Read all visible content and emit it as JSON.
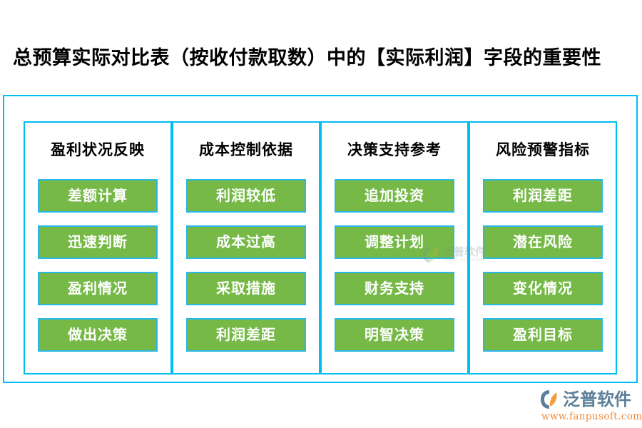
{
  "page": {
    "title": "总预算实际对比表（按收付款取数）中的【实际利润】字段的重要性",
    "background_color": "#ffffff",
    "frame_border_color": "#00bdf2",
    "item_fill_color": "#76b947",
    "item_border_color": "#29b8e8",
    "item_text_color": "#ffffff"
  },
  "columns": [
    {
      "header": "盈利状况反映",
      "items": [
        "差额计算",
        "迅速判断",
        "盈利情况",
        "做出决策"
      ]
    },
    {
      "header": "成本控制依据",
      "items": [
        "利润较低",
        "成本过高",
        "采取措施",
        "利润差距"
      ]
    },
    {
      "header": "决策支持参考",
      "items": [
        "追加投资",
        "调整计划",
        "财务支持",
        "明智决策"
      ]
    },
    {
      "header": "风险预警指标",
      "items": [
        "利润差距",
        "潜在风险",
        "变化情况",
        "盈利目标"
      ]
    }
  ],
  "watermark": {
    "name_cn": "泛普软件",
    "name_en": "FANPU SOFTWARE"
  },
  "brand": {
    "name_cn": "泛普软件",
    "url": "www.fanpusoft.com",
    "text_color": "#5c7f99",
    "url_color": "#ef8b3c"
  }
}
